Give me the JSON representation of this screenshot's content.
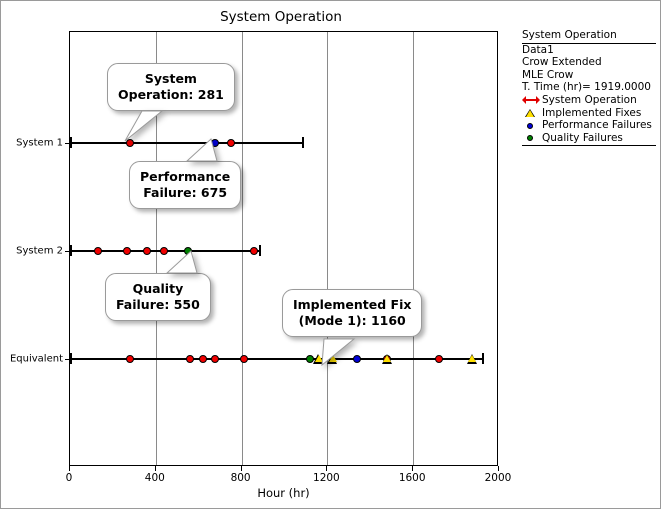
{
  "window": {
    "background": "#ffffff",
    "border_color": "#9a9a9a"
  },
  "chart_data": {
    "type": "scatter",
    "title": "System Operation",
    "xlabel": "Hour (hr)",
    "ylabel": "",
    "xlim": [
      0,
      2000
    ],
    "xticks": [
      0,
      400,
      800,
      1200,
      1600,
      2000
    ],
    "xticklabels": [
      "0",
      "400",
      "800",
      "1200",
      "1600",
      "2000"
    ],
    "grid": true,
    "grid_axis": "x",
    "categories": [
      "System 1",
      "System 2",
      "Equivalent"
    ],
    "legend_position": "right-outside",
    "series": [
      {
        "name": "System 1",
        "row": "System 1",
        "line_start": 0,
        "line_end": 1080,
        "points": [
          {
            "x": 281,
            "type": "System Operation",
            "color": "#f00000",
            "marker": "circle"
          },
          {
            "x": 675,
            "type": "Performance Failures",
            "color": "#0000d8",
            "marker": "circle"
          },
          {
            "x": 750,
            "type": "System Operation",
            "color": "#f00000",
            "marker": "circle"
          }
        ]
      },
      {
        "name": "System 2",
        "row": "System 2",
        "line_start": 0,
        "line_end": 880,
        "points": [
          {
            "x": 130,
            "type": "System Operation",
            "color": "#f00000",
            "marker": "circle"
          },
          {
            "x": 265,
            "type": "System Operation",
            "color": "#f00000",
            "marker": "circle"
          },
          {
            "x": 360,
            "type": "System Operation",
            "color": "#f00000",
            "marker": "circle"
          },
          {
            "x": 438,
            "type": "System Operation",
            "color": "#f00000",
            "marker": "circle"
          },
          {
            "x": 550,
            "type": "Quality Failures",
            "color": "#008000",
            "marker": "circle"
          },
          {
            "x": 860,
            "type": "System Operation",
            "color": "#f00000",
            "marker": "circle"
          }
        ]
      },
      {
        "name": "Equivalent",
        "row": "Equivalent",
        "line_start": 0,
        "line_end": 1919,
        "points": [
          {
            "x": 281,
            "type": "System Operation",
            "color": "#f00000",
            "marker": "circle"
          },
          {
            "x": 560,
            "type": "System Operation",
            "color": "#f00000",
            "marker": "circle"
          },
          {
            "x": 620,
            "type": "System Operation",
            "color": "#f00000",
            "marker": "circle"
          },
          {
            "x": 675,
            "type": "System Operation",
            "color": "#f00000",
            "marker": "circle"
          },
          {
            "x": 810,
            "type": "System Operation",
            "color": "#f00000",
            "marker": "circle"
          },
          {
            "x": 1120,
            "type": "Quality Failures",
            "color": "#008000",
            "marker": "circle"
          },
          {
            "x": 1160,
            "type": "Implemented Fixes",
            "color": "#ffe000",
            "marker": "triangle"
          },
          {
            "x": 1225,
            "type": "Implemented Fixes",
            "color": "#ffe000",
            "marker": "triangle"
          },
          {
            "x": 1340,
            "type": "Performance Failures",
            "color": "#0000d8",
            "marker": "circle"
          },
          {
            "x": 1480,
            "type": "System Operation",
            "color": "#f00000",
            "marker": "circle"
          },
          {
            "x": 1480,
            "type": "Implemented Fixes",
            "color": "#ffe000",
            "marker": "triangle"
          },
          {
            "x": 1720,
            "type": "System Operation",
            "color": "#f00000",
            "marker": "circle"
          },
          {
            "x": 1875,
            "type": "Implemented Fixes",
            "color": "#ffe000",
            "marker": "triangle"
          }
        ]
      }
    ],
    "annotations": [
      {
        "id": "system-operation-281",
        "line1": "System",
        "line2": "Operation: 281",
        "value": 281,
        "target_row": "System 1"
      },
      {
        "id": "performance-failure-675",
        "line1": "Performance",
        "line2": "Failure: 675",
        "value": 675,
        "target_row": "System 1"
      },
      {
        "id": "quality-failure-550",
        "line1": "Quality",
        "line2": "Failure: 550",
        "value": 550,
        "target_row": "System 2"
      },
      {
        "id": "implemented-fix-1160",
        "line1": "Implemented Fix",
        "line2": "(Mode 1): 1160",
        "value": 1160,
        "target_row": "Equivalent"
      }
    ]
  },
  "legend": {
    "title": "System Operation",
    "info_lines": [
      "Data1",
      "Crow Extended",
      "MLE Crow",
      "T. Time (hr)= 1919.0000"
    ],
    "entries": [
      {
        "label": "System Operation",
        "symbol": "line-arrow",
        "color": "#e00000"
      },
      {
        "label": "Implemented Fixes",
        "symbol": "triangle",
        "color": "#ffe000"
      },
      {
        "label": "Performance Failures",
        "symbol": "circle",
        "color": "#0000d8"
      },
      {
        "label": "Quality Failures",
        "symbol": "circle",
        "color": "#008000"
      }
    ]
  }
}
